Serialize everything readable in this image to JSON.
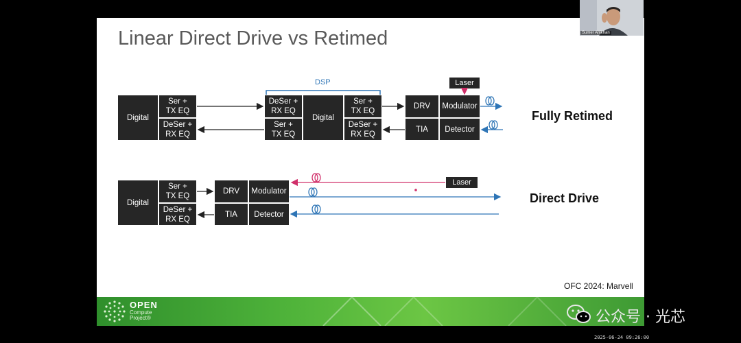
{
  "slide": {
    "title": "Linear Direct Drive vs Retimed",
    "credit": "OFC 2024: Marvell"
  },
  "retimed": {
    "label": "Fully Retimed",
    "dsp_label": "DSP",
    "laser": "Laser",
    "host": {
      "digital": "Digital",
      "tx": "Ser +\nTX EQ",
      "rx": "DeSer +\nRX EQ"
    },
    "dsp": {
      "rx_in": "DeSer +\nRX EQ",
      "tx_back": "Ser +\nTX EQ",
      "digital": "Digital",
      "tx_out": "Ser +\nTX EQ",
      "rx_back": "DeSer +\nRX EQ"
    },
    "optics": {
      "drv": "DRV",
      "modulator": "Modulator",
      "tia": "TIA",
      "detector": "Detector"
    }
  },
  "direct": {
    "label": "Direct Drive",
    "laser": "Laser",
    "host": {
      "digital": "Digital",
      "tx": "Ser +\nTX EQ",
      "rx": "DeSer +\nRX EQ"
    },
    "optics": {
      "drv": "DRV",
      "modulator": "Modulator",
      "tia": "TIA",
      "detector": "Detector"
    }
  },
  "footer": {
    "brand": "OPEN",
    "subtitle": "Compute Project®"
  },
  "webcam": {
    "name": "Sumer Anikhan"
  },
  "watermark": {
    "text": "公众号 · 光芯"
  },
  "timestamp": "2025-06-24 09:26:00",
  "colors": {
    "block": "#262626",
    "electrical_arrow": "#222222",
    "optical": "#2e75b6",
    "laser_line": "#d0306a",
    "footer_green": "#4fb33a"
  }
}
